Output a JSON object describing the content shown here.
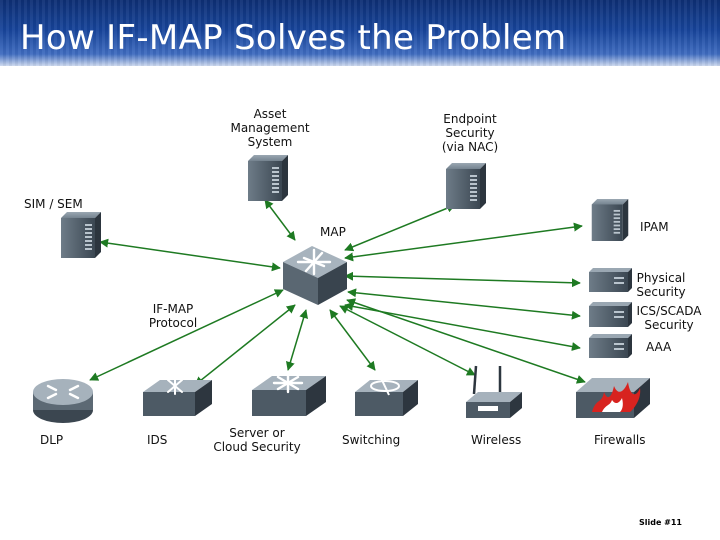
{
  "title": "How IF-MAP Solves the Problem",
  "labels": {
    "asset": "Asset\nManagement\nSystem",
    "endpoint": "Endpoint\nSecurity\n(via NAC)",
    "sim": "SIM / SEM",
    "map": "MAP",
    "ipam": "IPAM",
    "physical": "Physical\nSecurity",
    "ics": "ICS/SCADA\nSecurity",
    "aaa": "AAA",
    "ifmap": "IF-MAP\nProtocol",
    "dlp": "DLP",
    "ids": "IDS",
    "cloud": "Server or\nCloud Security",
    "switching": "Switching",
    "wireless": "Wireless",
    "firewalls": "Firewalls"
  },
  "slide": "Slide #11",
  "colors": {
    "arrow": "#1e7a22",
    "title_bg": "#17449a",
    "device": "#4a5866"
  },
  "icons": [
    "server-icon",
    "map-switch-icon",
    "router-icon",
    "ids-appliance-icon",
    "firewall-icon",
    "wireless-ap-icon"
  ]
}
